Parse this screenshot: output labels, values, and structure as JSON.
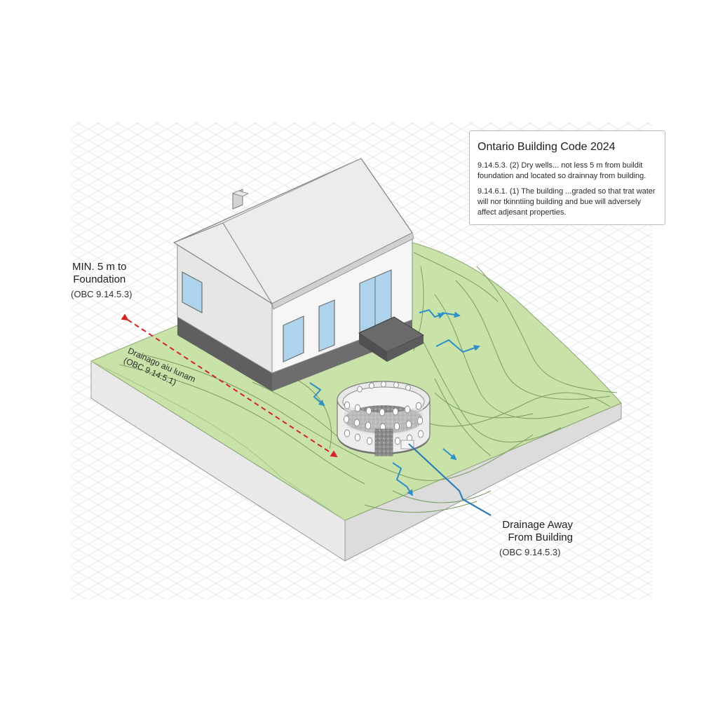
{
  "code_box": {
    "title": "Ontario Building Code 2024",
    "clause_1": "9.14.5.3. (2) Dry wells... not less 5 m from buildit foundation and located so drainnay from building.",
    "clause_2": "9.14.6.1. (1) The building ...graded so that trat water will nor tkinntiing building and bue will adversely affect adjesant properties."
  },
  "min_distance_label": {
    "line1": "MIN. 5 m to",
    "line2": "Foundation",
    "ref": "(OBC 9.14.5.3)"
  },
  "slope_label": {
    "line1": "Drainago aiu lunam",
    "line2": "(OBC 9.14.5.1)"
  },
  "drainage_label": {
    "line1": "Drainage Away",
    "line2": "From Building",
    "ref": "(OBC 9.14.5.3)"
  },
  "colors": {
    "grass": "#c8e2a8",
    "contour": "#7c9b63",
    "distance_arrow": "#d62424",
    "flow_arrow": "#2f8fc7",
    "house_wall": "#f3f3f3",
    "roof": "#e2e2e2",
    "foundation": "#6d6d6d"
  }
}
